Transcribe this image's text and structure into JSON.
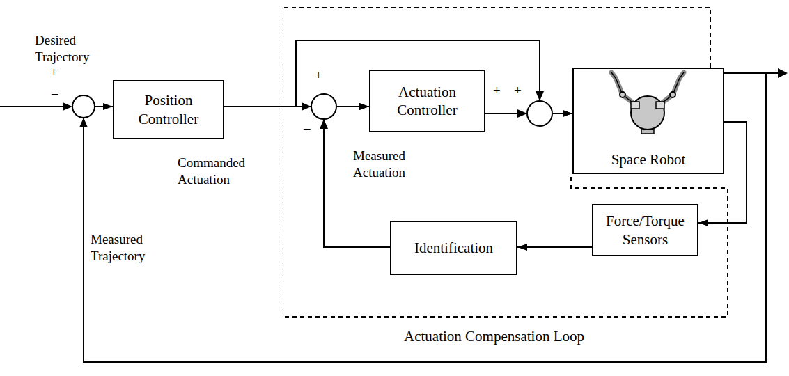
{
  "diagram": {
    "nodes": [
      {
        "text": [
          "Position Controller"
        ]
      },
      {
        "text": [
          "Actuation Compensation Loop"
        ]
      },
      {
        "text": [
          "Actuation Controller"
        ],
        "in": 1
      },
      {
        "text": [
          "Space Robot"
        ]
      },
      {
        "text": [
          "Identification"
        ],
        "in": 1
      },
      {
        "text": [
          "Force/Torque Sensors"
        ],
        "in": 1
      }
    ],
    "edges": [
      {
        "from": 0,
        "to": 2,
        "arrow": "to"
      },
      {
        "from": 0,
        "to": 3,
        "arrow": "to"
      },
      {
        "from": 2,
        "to": 3,
        "arrow": "to"
      },
      {
        "from": 3,
        "to": 5,
        "arrow": "to"
      },
      {
        "from": 5,
        "to": 4,
        "arrow": "to"
      },
      {
        "from": 4,
        "to": 2,
        "arrow": "to"
      },
      {
        "from": 3,
        "to": 0,
        "arrow": "to"
      }
    ],
    "labels": [
      "Desired Trajectory",
      "+",
      "–",
      "Commanded Actuation",
      "Measured Trajectory",
      "+",
      "–",
      "Measured Actuation",
      "+",
      "+"
    ]
  }
}
